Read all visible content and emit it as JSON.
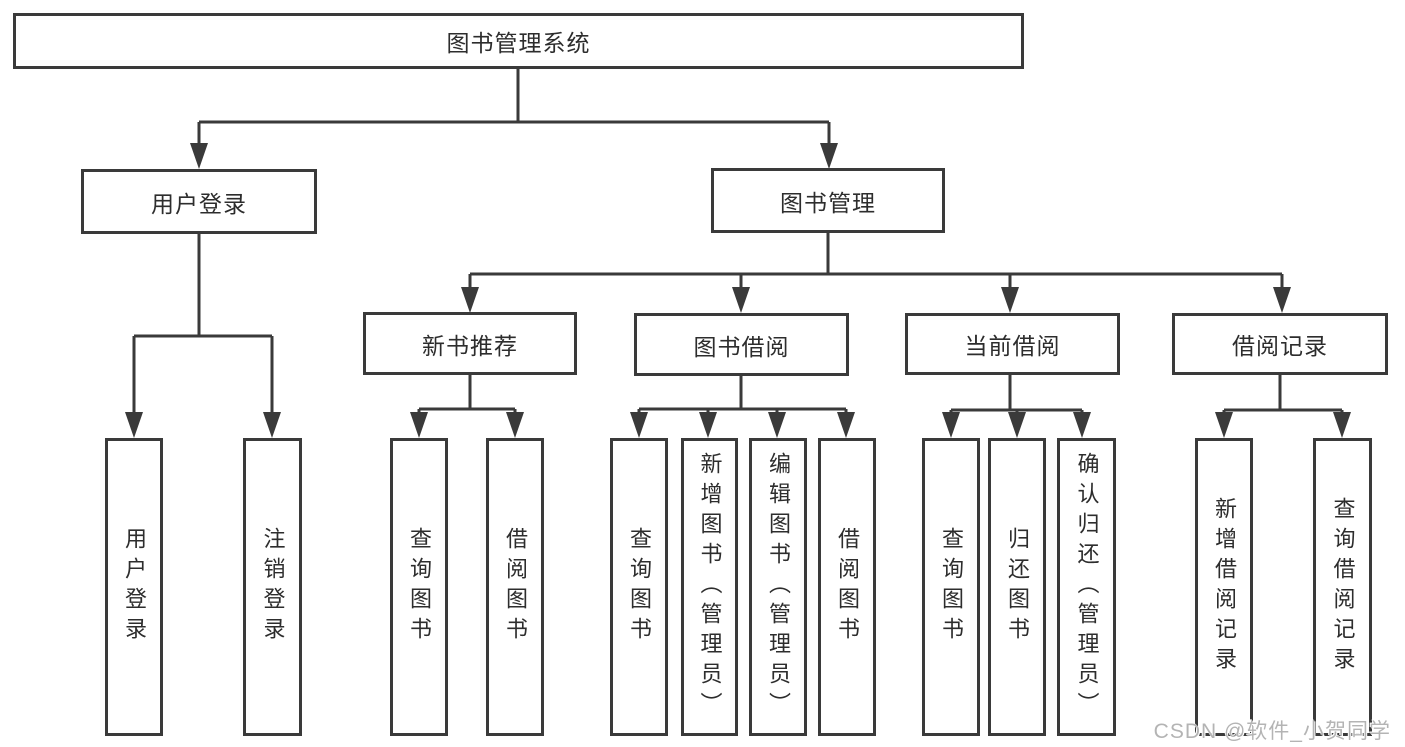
{
  "diagram": {
    "title_node": {
      "label": "图书管理系统"
    },
    "level2": [
      {
        "label": "用户登录"
      },
      {
        "label": "图书管理"
      }
    ],
    "level3": [
      {
        "label": "新书推荐"
      },
      {
        "label": "图书借阅"
      },
      {
        "label": "当前借阅"
      },
      {
        "label": "借阅记录"
      }
    ],
    "leaves": [
      {
        "label": "用户登录"
      },
      {
        "label": "注销登录"
      },
      {
        "label": "查询图书"
      },
      {
        "label": "借阅图书"
      },
      {
        "label": "查询图书"
      },
      {
        "label": "新增图书（管理员）"
      },
      {
        "label": "编辑图书（管理员）"
      },
      {
        "label": "借阅图书"
      },
      {
        "label": "查询图书"
      },
      {
        "label": "归还图书"
      },
      {
        "label": "确认归还（管理员）"
      },
      {
        "label": "新增借阅记录"
      },
      {
        "label": "查询借阅记录"
      }
    ]
  },
  "watermark": {
    "text": "CSDN @软件_小贺同学"
  },
  "colors": {
    "line": "#3a3a3a",
    "text": "#2d2d2d",
    "box_background": "#ffffff",
    "watermark": "#b4b4b4",
    "background": "#ffffff"
  }
}
